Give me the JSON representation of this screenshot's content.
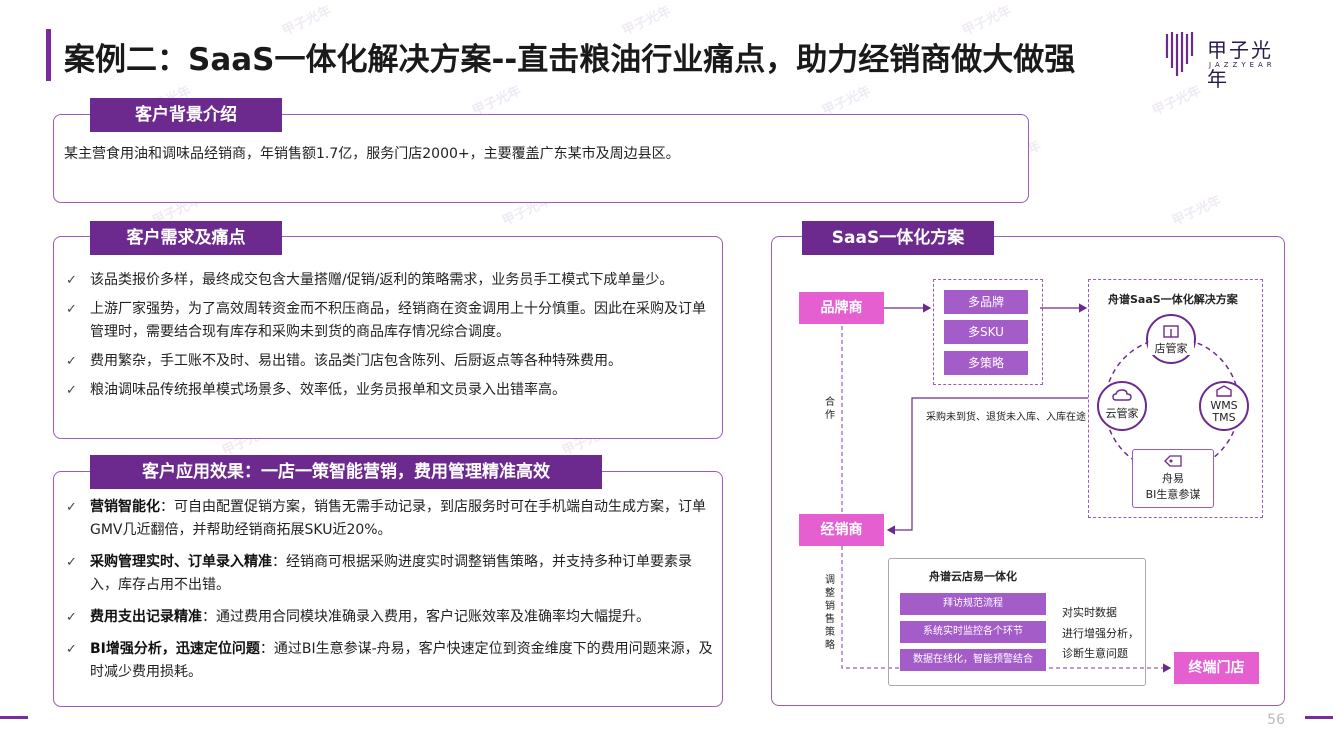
{
  "title": "案例二：SaaS一体化解决方案--直击粮油行业痛点，助力经销商做大做强",
  "logo": {
    "cn": "甲子光年",
    "en": "JAZZYEAR"
  },
  "watermark": "甲子光年",
  "background": {
    "tag": "客户背景介绍",
    "text": "某主营食用油和调味品经销商，年销售额1.7亿，服务门店2000+，主要覆盖广东某市及周边县区。"
  },
  "needs": {
    "tag": "客户需求及痛点",
    "items": [
      "该品类报价多样，最终成交包含大量搭赠/促销/返利的策略需求，业务员手工模式下成单量少。",
      "上游厂家强势，为了高效周转资金而不积压商品，经销商在资金调用上十分慎重。因此在采购及订单管理时，需要结合现有库存和采购未到货的商品库存情况综合调度。",
      "费用繁杂，手工账不及时、易出错。该品类门店包含陈列、后厨返点等各种特殊费用。",
      "粮油调味品传统报单模式场景多、效率低，业务员报单和文员录入出错率高。"
    ]
  },
  "effects": {
    "tag": "客户应用效果：一店一策智能营销，费用管理精准高效",
    "items": [
      {
        "bold": "营销智能化",
        "text": "：可自由配置促销方案，销售无需手动记录，到店服务时可在手机端自动生成方案，订单GMV几近翻倍，并帮助经销商拓展SKU近20%。"
      },
      {
        "bold": "采购管理实时、订单录入精准",
        "text": "：经销商可根据采购进度实时调整销售策略，并支持多种订单要素录入，库存占用不出错。"
      },
      {
        "bold": "费用支出记录精准",
        "text": "：通过费用合同模块准确录入费用，客户记账效率及准确率均大幅提升。"
      },
      {
        "bold": "BI增强分析，迅速定位问题",
        "text": "：通过BI生意参谋-舟易，客户快速定位到资金维度下的费用问题来源，及时减少费用损耗。"
      }
    ]
  },
  "saas": {
    "tag": "SaaS一体化方案",
    "brand": "品牌商",
    "dealer": "经销商",
    "store": "终端门店",
    "mid_items": [
      "多品牌",
      "多SKU",
      "多策略"
    ],
    "solution_title": "舟谱SaaS一体化解决方案",
    "nodes": {
      "dianguanjia": "店管家",
      "yunguanjia": "云管家",
      "wms": "WMS",
      "tms": "TMS",
      "zhouyi": "舟易",
      "bi": "BI生意参谋"
    },
    "cooperate": "合作",
    "purchase_note": "采购未到货、退货未入库、入库在途",
    "adjust": "调整销售策略",
    "cloud_title": "舟谱云店易一体化",
    "cloud_items": [
      "拜访规范流程",
      "系统实时监控各个环节",
      "数据在线化，智能预警结合"
    ],
    "analysis": [
      "对实时数据",
      "进行增强分析，",
      "诊断生意问题"
    ]
  },
  "page_number": "56",
  "colors": {
    "primary": "#6c2a8e",
    "accent": "#e65fd0",
    "light": "#a45cc9"
  }
}
